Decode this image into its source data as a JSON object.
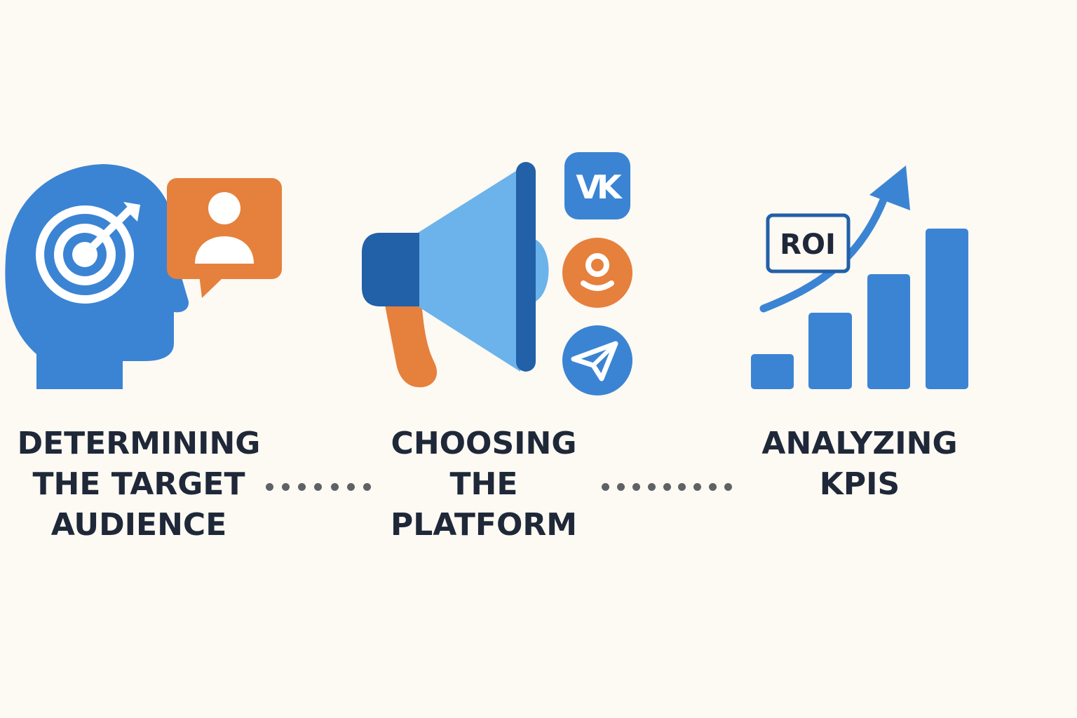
{
  "colors": {
    "background": "#fdf9f3",
    "blue": "#3b84d4",
    "blue_dark": "#2260a8",
    "blue_light": "#6bb3ea",
    "orange": "#e6803d",
    "text": "#1e2838",
    "dot": "#5e6266"
  },
  "steps": [
    {
      "icon": "head-target-icon",
      "badge_icon": "user-speech-bubble-icon",
      "label_lines": [
        "DETERMINING",
        "THE TARGET",
        "AUDIENCE"
      ]
    },
    {
      "icon": "megaphone-icon",
      "platform_icons": [
        "vk-icon",
        "odnoklassniki-icon",
        "telegram-icon"
      ],
      "vk_label": "VK",
      "label_lines": [
        "CHOOSING",
        "THE",
        "PLATFORM"
      ]
    },
    {
      "icon": "growth-chart-icon",
      "roi_label": "ROI",
      "label_lines": [
        "ANALYZING",
        "KPIs"
      ]
    }
  ],
  "connectors": [
    {
      "dot_count": 7
    },
    {
      "dot_count": 9
    }
  ]
}
